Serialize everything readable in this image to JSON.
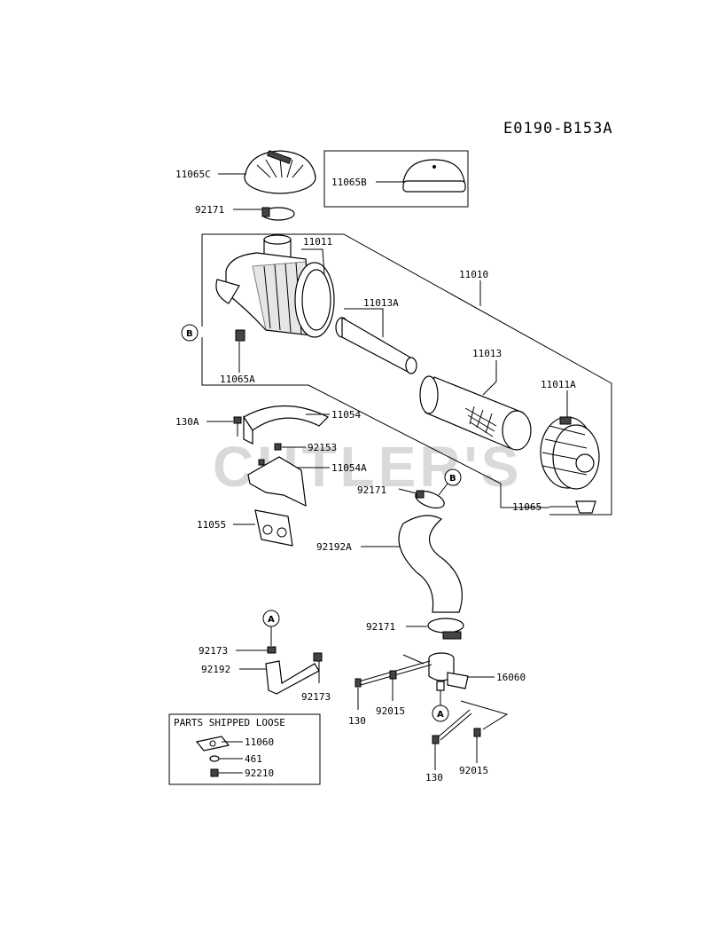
{
  "diagram_code": "E0190-B153A",
  "watermark": "CUTLER'S",
  "parts_box_title": "PARTS SHIPPED LOOSE",
  "labels": {
    "p11065C": "11065C",
    "p11065B": "11065B",
    "p92171_top": "92171",
    "p11011": "11011",
    "p11010": "11010",
    "p11013A": "11013A",
    "p11013": "11013",
    "p11011A": "11011A",
    "p11065A": "11065A",
    "p130A": "130A",
    "p11054": "11054",
    "p92153": "92153",
    "p11054A": "11054A",
    "p92171_mid": "92171",
    "p11065": "11065",
    "p11055": "11055",
    "p92192A": "92192A",
    "p92171_low": "92171",
    "p92173_a": "92173",
    "p92192": "92192",
    "p92173_b": "92173",
    "p16060": "16060",
    "p130_left": "130",
    "p92015_left": "92015",
    "p130_bottom": "130",
    "p92015_right": "92015",
    "p11060": "11060",
    "p461": "461",
    "p92210": "92210"
  },
  "callouts": {
    "b1": "B",
    "b2": "B",
    "a1": "A",
    "a2": "A"
  }
}
